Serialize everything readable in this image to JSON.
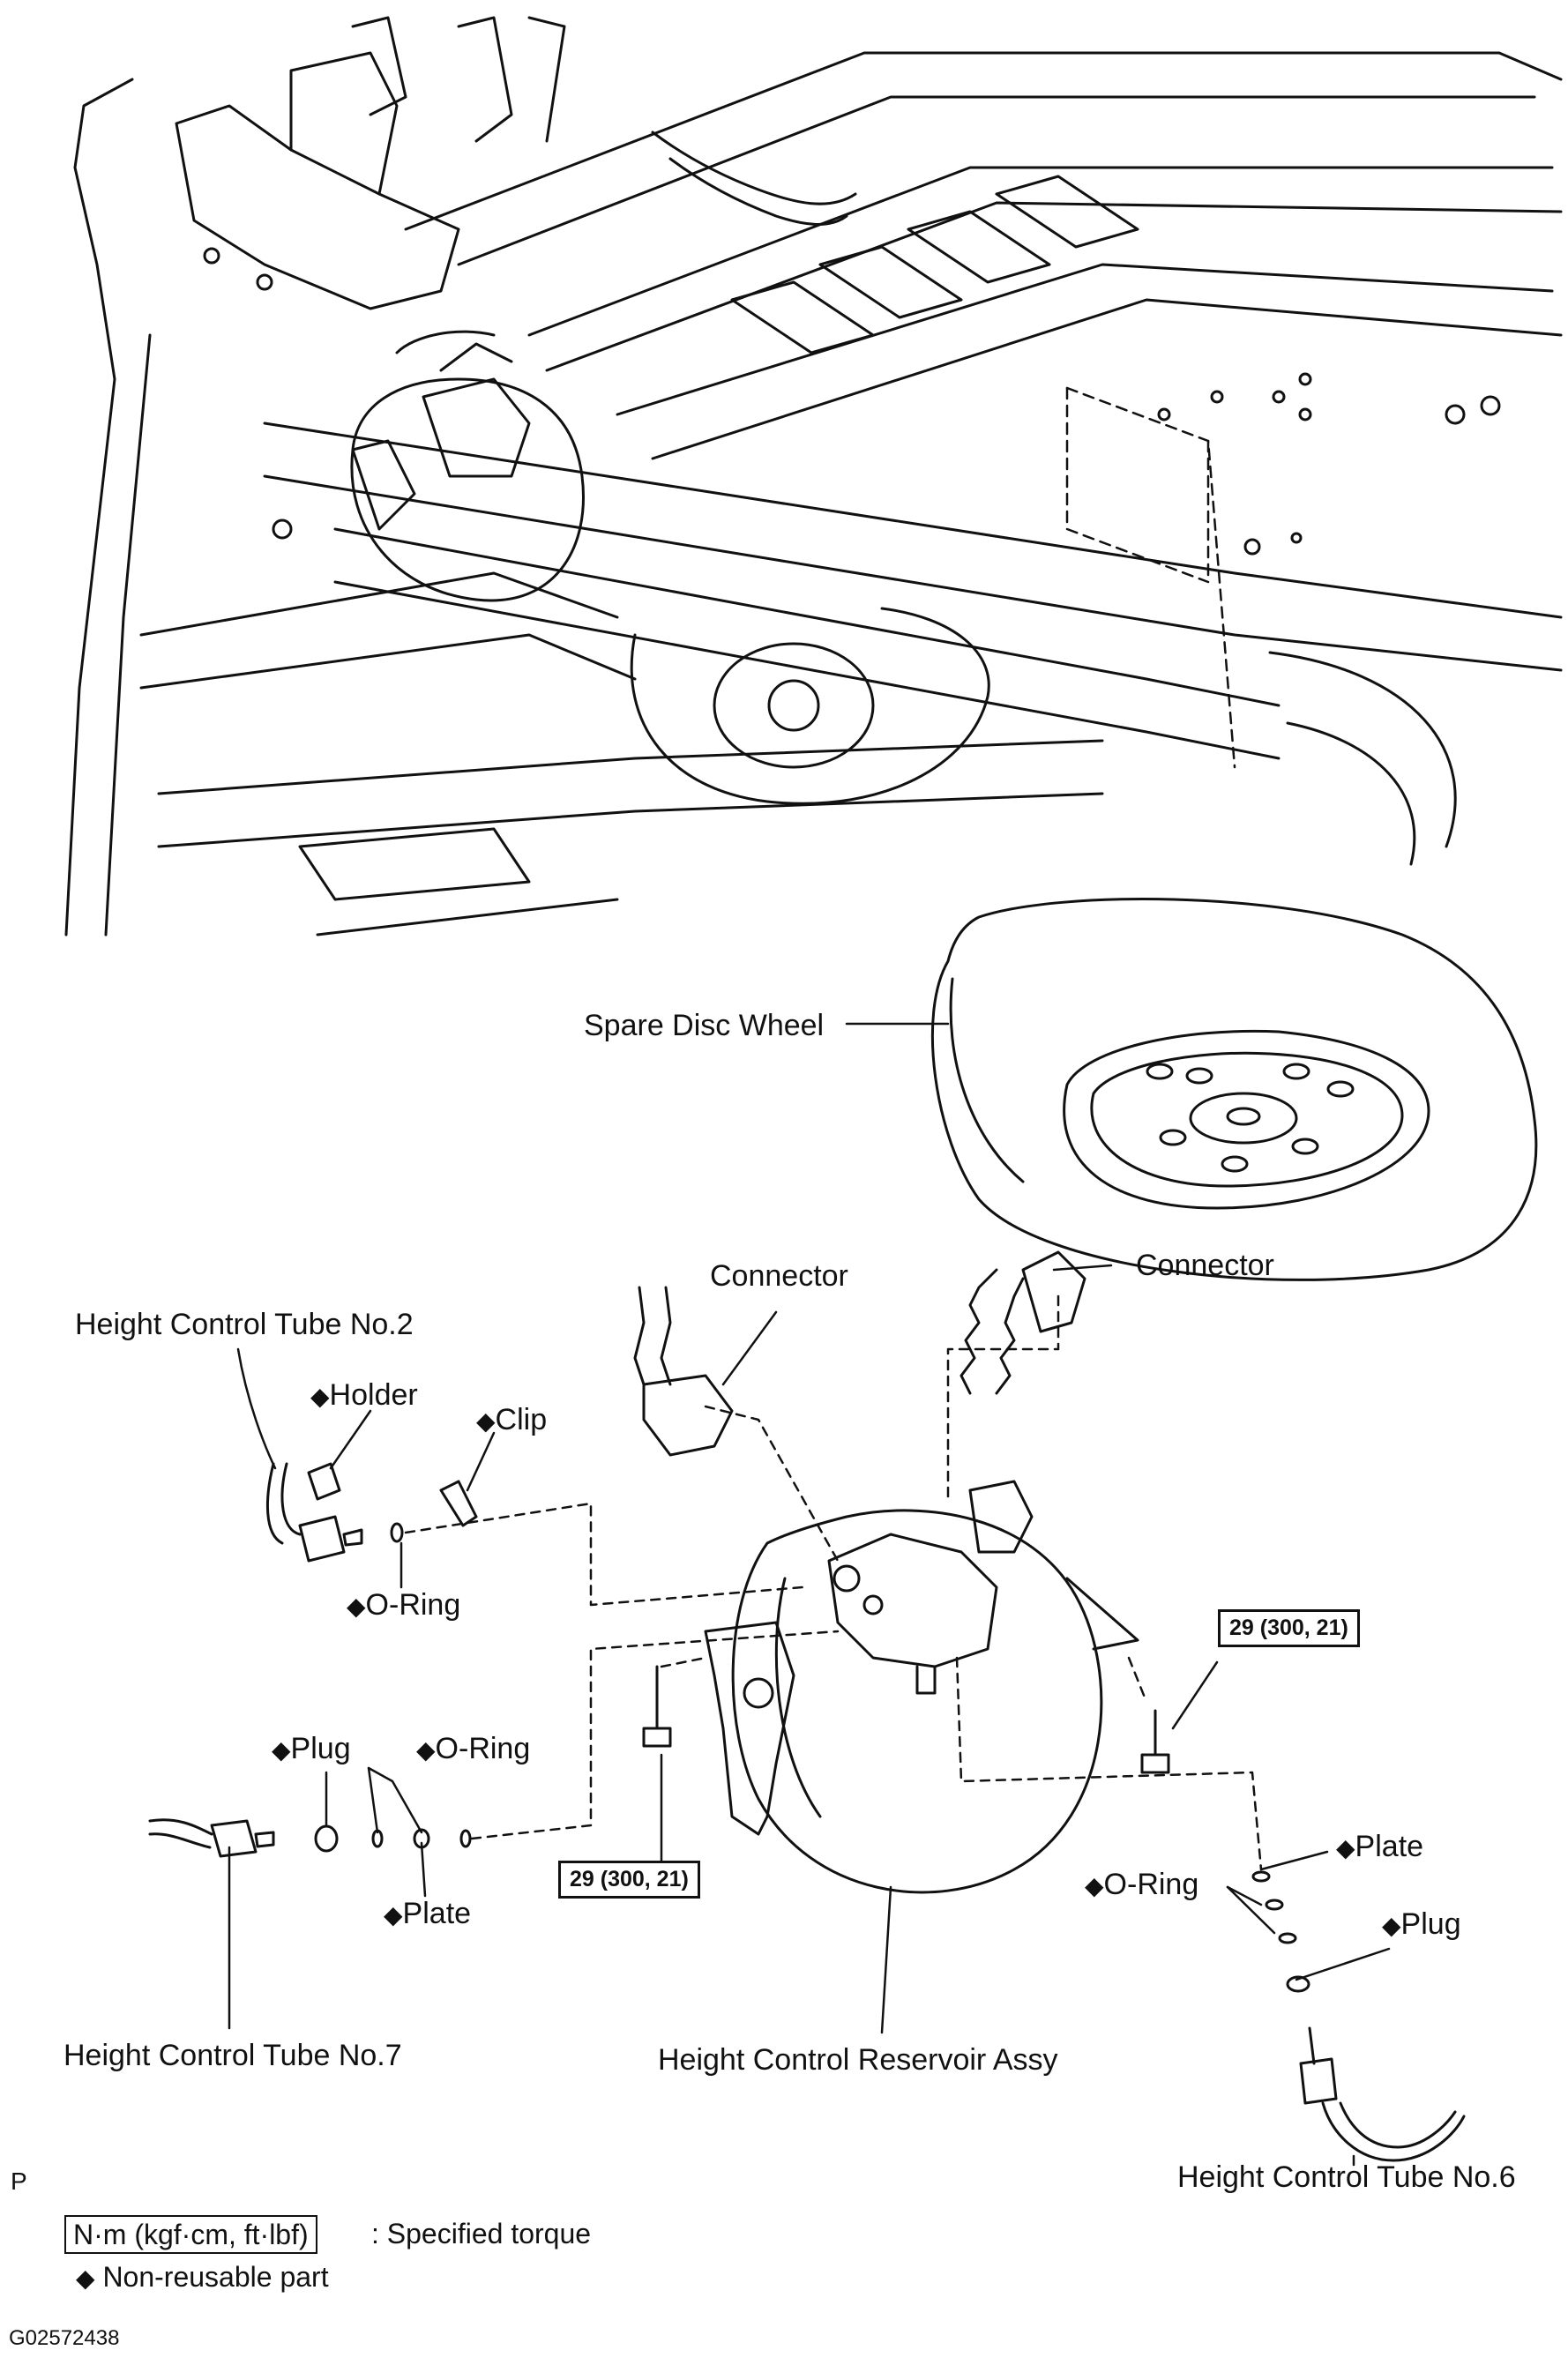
{
  "labels": {
    "spare_disc_wheel": "Spare Disc Wheel",
    "connector_left": "Connector",
    "connector_right": "Connector",
    "tube2": "Height Control Tube No.2",
    "holder": "Holder",
    "clip": "Clip",
    "oring_top": "O-Ring",
    "plug_left": "Plug",
    "oring_left": "O-Ring",
    "plate_left": "Plate",
    "tube7": "Height Control Tube No.7",
    "reservoir": "Height Control Reservoir Assy",
    "plate_right": "Plate",
    "oring_right": "O-Ring",
    "plug_right": "Plug",
    "tube6": "Height Control Tube No.6"
  },
  "torque": {
    "right": "29 (300, 21)",
    "left": "29 (300, 21)"
  },
  "legend": {
    "p_marker": "P",
    "torque_unit": "N·m (kgf·cm, ft·lbf)",
    "torque_desc": ": Specified torque",
    "nonreusable_desc": "Non-reusable part"
  },
  "figure_id": "G02572438",
  "symbols": {
    "non_reusable": "◆"
  }
}
